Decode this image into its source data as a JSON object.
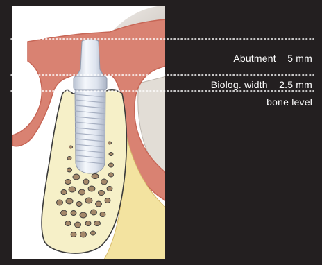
{
  "labels": {
    "abutment": "Abutment    5 mm",
    "biological_width": "Biolog. width    2.5 mm",
    "bone_level": "bone level"
  },
  "colors": {
    "background": "#231f20",
    "panel": "#ffffff",
    "gingiva": "#d98272",
    "gingiva_dark": "#c76656",
    "enamel": "#e8e2dc",
    "bone": "#f6f0c8",
    "bone_outline": "#3a3a3a",
    "trabecula": "#a5886a",
    "implant": "#dfe6f0",
    "guide_line": "#ffffff"
  },
  "icons": {
    "tooth": "tooth-illustration",
    "implant": "dental-implant-illustration"
  }
}
